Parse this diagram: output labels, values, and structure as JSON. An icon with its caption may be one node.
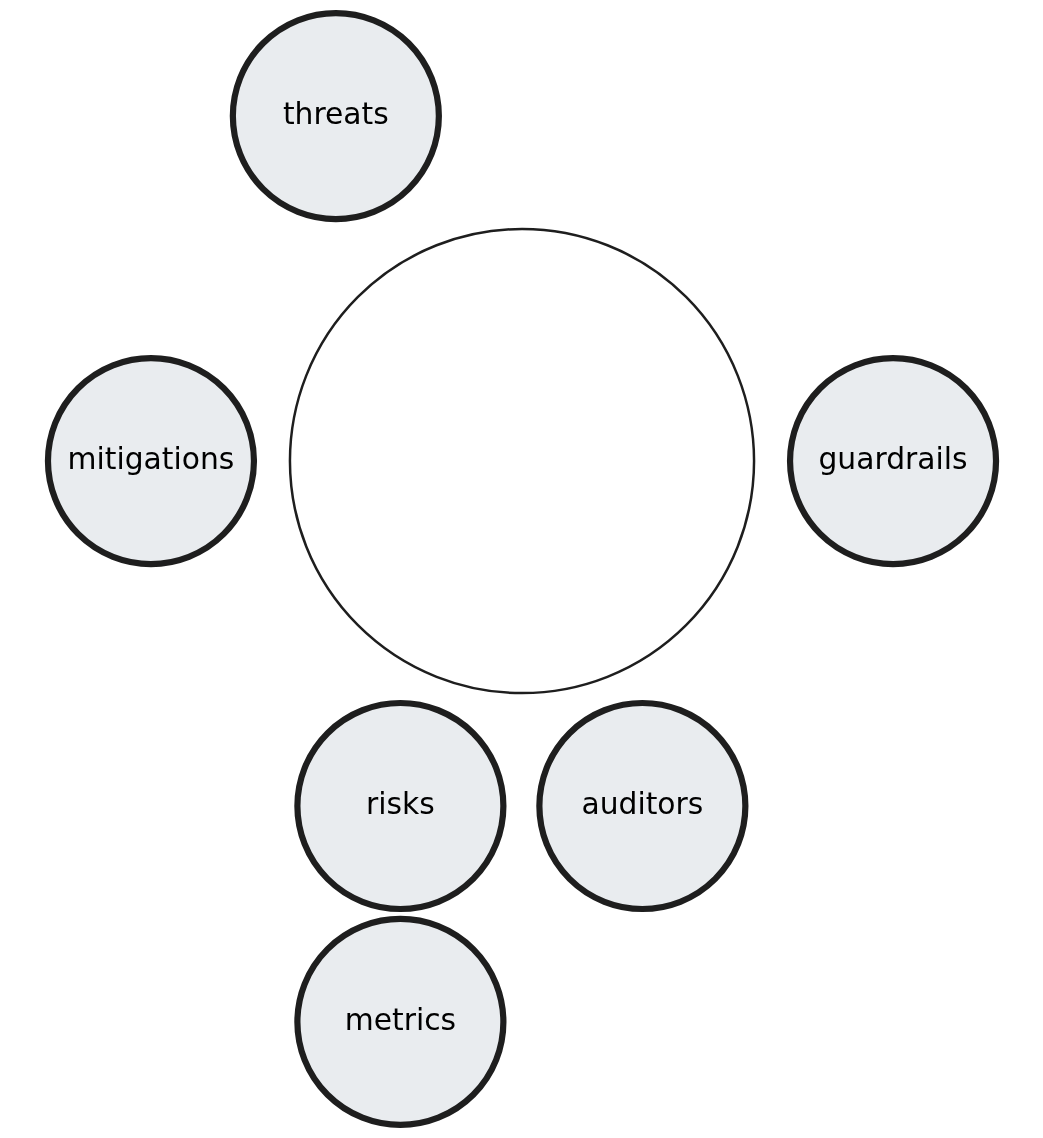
{
  "diagram": {
    "nodes": [
      {
        "text": [
          "threats"
        ]
      },
      {
        "text": [
          "mitigations"
        ]
      },
      {
        "text": [
          "guardrails"
        ]
      },
      {
        "text": [],
        "shape": "circle"
      },
      {
        "text": [
          "auditors"
        ]
      },
      {
        "text": [
          "risks"
        ]
      },
      {
        "text": [
          "metrics"
        ]
      }
    ],
    "edges": []
  }
}
